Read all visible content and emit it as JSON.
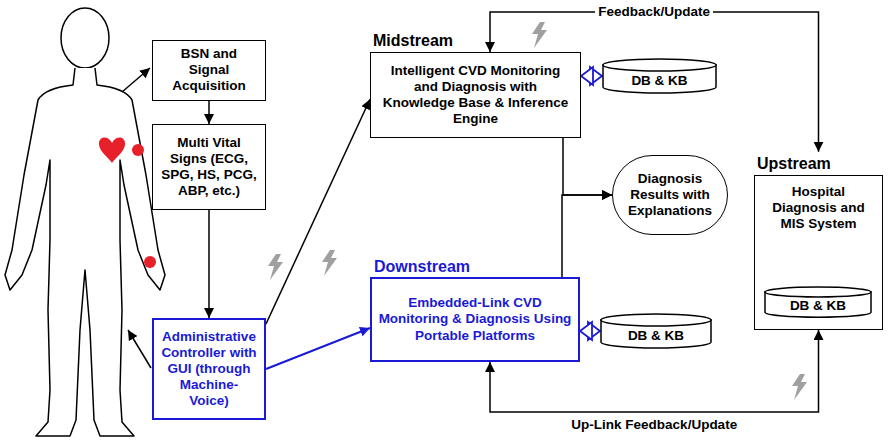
{
  "diagram": {
    "nodes": [
      {
        "text": [
          "BSN and Signal Acquisition"
        ]
      },
      {
        "text": [
          "Multi Vital Signs (ECG, SPG, HS, PCG, ABP, etc.)"
        ]
      },
      {
        "text": [
          "Administrative Controller with GUI (through Machine-Voice)"
        ]
      },
      {
        "text": [
          "Midstream",
          "Intelligent CVD Monitoring and Diagnosis with Knowledge Base & Inference Engine"
        ]
      },
      {
        "text": [
          "DB & KB"
        ]
      },
      {
        "text": [
          "Diagnosis Results with Explanations"
        ]
      },
      {
        "text": [
          "Downstream",
          "Embedded-Link CVD Monitoring & Diagnosis Using Portable Platforms"
        ]
      },
      {
        "text": [
          "DB & KB"
        ]
      },
      {
        "text": [
          "Upstream",
          "Hospital Diagnosis and MIS System"
        ]
      },
      {
        "text": [
          "DB & KB"
        ],
        "in": 8
      }
    ],
    "edges": [
      {
        "from": 0,
        "to": 1,
        "arrow": "to"
      },
      {
        "from": 1,
        "to": 2,
        "arrow": "to"
      },
      {
        "from": 2,
        "to": 3,
        "arrow": "to"
      },
      {
        "from": 2,
        "to": 6,
        "arrow": "to"
      },
      {
        "from": 3,
        "to": 4,
        "arrow": "both"
      },
      {
        "from": 6,
        "to": 7,
        "arrow": "both"
      },
      {
        "from": 3,
        "to": 5,
        "arrow": "to"
      },
      {
        "from": 6,
        "to": 5,
        "arrow": "to"
      },
      {
        "from": 8,
        "to": 3,
        "label": "Feedback/Update",
        "arrow": "both"
      },
      {
        "from": 8,
        "to": 6,
        "label": "Up-Link Feedback/Update",
        "arrow": "both"
      }
    ]
  }
}
